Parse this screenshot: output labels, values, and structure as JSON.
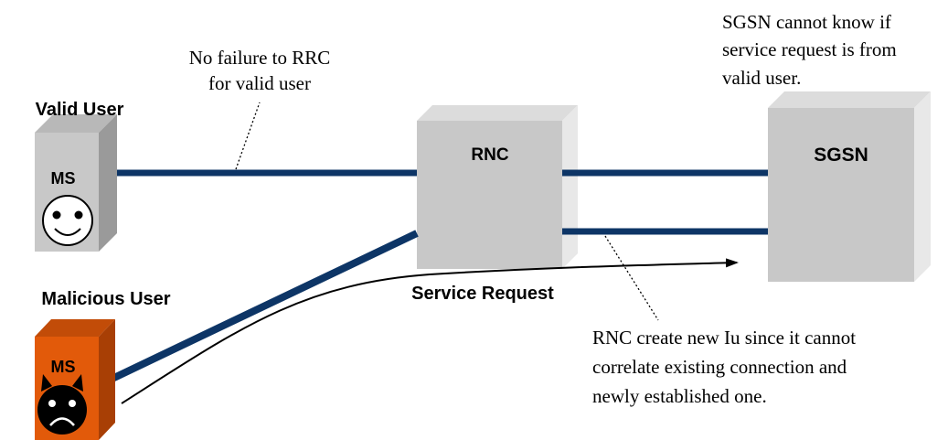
{
  "nodes": {
    "valid_user_label": "Valid User",
    "valid_ms_label": "MS",
    "malicious_user_label": "Malicious User",
    "malicious_ms_label": "MS",
    "rnc_label": "RNC",
    "sgsn_label": "SGSN"
  },
  "annotations": {
    "no_failure": [
      "No failure to RRC",
      "for valid user"
    ],
    "sgsn_note": [
      "SGSN cannot know if",
      "service request is from",
      "valid user."
    ],
    "service_request": "Service Request",
    "rnc_note": [
      "RNC create new Iu since it cannot",
      "correlate existing connection and",
      "newly established one."
    ]
  },
  "colors": {
    "valid_box_front": "#c8c8c8",
    "valid_box_side": "#9a9a9a",
    "malicious_box_front": "#e25a0a",
    "malicious_box_side": "#a83f05",
    "node_box_front": "#c8c8c8",
    "node_box_side": "#e6e6e6",
    "link": "#0d3566"
  }
}
